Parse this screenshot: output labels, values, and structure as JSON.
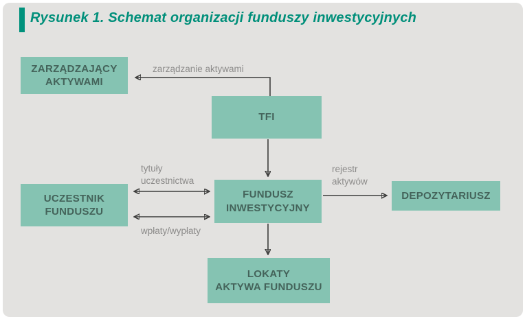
{
  "title": "Rysunek 1. Schemat organizacji funduszy inwestycyjnych",
  "colors": {
    "background": "#e3e2e0",
    "node_fill": "#85c3b2",
    "node_text": "#44635a",
    "title_accent": "#00917c",
    "arrow": "#3d3d3c",
    "edge_label": "#8c8b8a"
  },
  "nodes": {
    "zarzadzajacy": {
      "label": "ZARZĄDZAJĄCY\nAKTYWAMI"
    },
    "tfi": {
      "label": "TFI"
    },
    "uczestnik": {
      "label": "UCZESTNIK\nFUNDUSZU"
    },
    "fundusz": {
      "label": "FUNDUSZ\nINWESTYCYJNY"
    },
    "depozytariusz": {
      "label": "DEPOZYTARIUSZ"
    },
    "lokaty": {
      "label": "LOKATY\nAKTYWA FUNDUSZU"
    }
  },
  "edges": {
    "zarzadzanie": {
      "label": "zarządzanie aktywami",
      "from": "tfi",
      "to": "zarzadzajacy"
    },
    "tytuly": {
      "label": "tytuły\nuczestnictwa",
      "from": "uczestnik",
      "to": "fundusz",
      "bidirectional": true
    },
    "wplaty": {
      "label": "wpłaty/wypłaty",
      "from": "uczestnik",
      "to": "fundusz",
      "bidirectional": true
    },
    "rejestr": {
      "label": "rejestr\naktywów",
      "from": "fundusz",
      "to": "depozytariusz"
    },
    "tfi_fundusz": {
      "label": "",
      "from": "tfi",
      "to": "fundusz"
    },
    "fundusz_lokaty": {
      "label": "",
      "from": "fundusz",
      "to": "lokaty"
    }
  }
}
